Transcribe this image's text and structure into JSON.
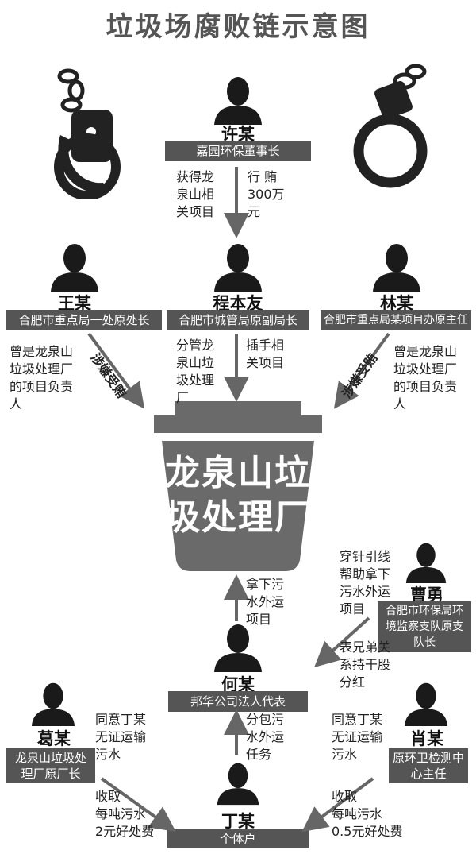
{
  "title": "垃圾场腐败链示意图",
  "bin_label": "龙泉山垃\n圾处理厂",
  "people": {
    "xu": {
      "name": "许某",
      "role": "嘉园环保董事长"
    },
    "wang": {
      "name": "王某",
      "role": "合肥市重点局一处原处长"
    },
    "cheng": {
      "name": "程本友",
      "role": "合肥市城管局原副局长"
    },
    "lin": {
      "name": "林某",
      "role": "合肥市重点局某项目办原主任"
    },
    "cao": {
      "name": "曹勇",
      "role": "合肥市环保局环境监察支队原支队长"
    },
    "he": {
      "name": "何某",
      "role": "邦华公司法人代表"
    },
    "ge": {
      "name": "葛某",
      "role": "龙泉山垃圾处理厂原厂长"
    },
    "xiao": {
      "name": "肖某",
      "role": "原环卫检测中心主任"
    },
    "ding": {
      "name": "丁某",
      "role": "个体户"
    }
  },
  "notes": {
    "xu_left": "获得龙\n泉山相\n关项目",
    "xu_right": "行  贿\n300万\n元",
    "wang_note": "曾是龙泉山\n垃圾处理厂\n的项目负责\n人",
    "wang_diag": "涉嫌受贿",
    "cheng_left": "分管龙\n泉山垃\n圾处理\n厂",
    "cheng_right": "插手相\n关项目",
    "lin_diag": "涉嫌受贿",
    "lin_note": "曾是龙泉山\n垃圾处理厂\n的项目负责\n人",
    "he_up": "拿下污\n水外运\n项目",
    "cao_note1": "穿针引线\n帮助拿下\n污水外运\n项目",
    "cao_note2": "表兄弟关\n系持干股\n分红",
    "ge_note1": "同意丁某\n无证运输\n污水",
    "ge_note2": "收取\n每吨污水\n2元好处费",
    "he_down": "分包污\n水外运\n任务",
    "xiao_note1": "同意丁某\n无证运输\n污水",
    "xiao_note2": "收取\n每吨污水\n0.5元好处费"
  },
  "colors": {
    "dark": "#555555",
    "bin": "#6a6a6a",
    "arrow": "#666666"
  }
}
